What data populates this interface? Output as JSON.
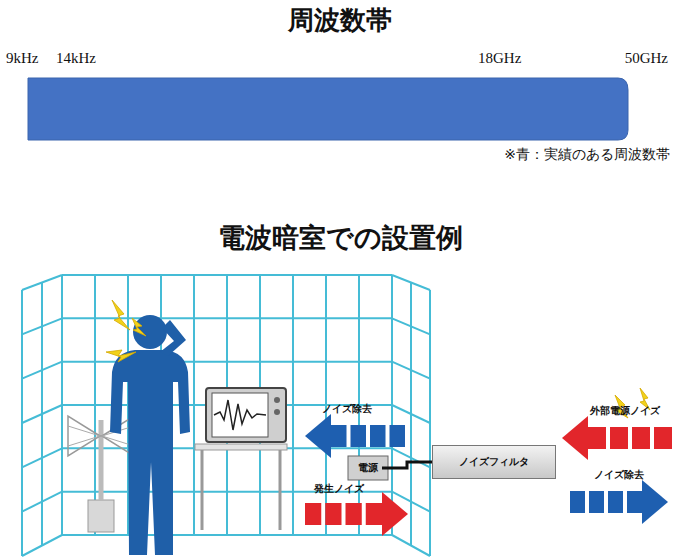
{
  "diagram": {
    "title": "周波数帯",
    "nodes": [
      {
        "text": [
          "電源"
        ]
      },
      {
        "text": [
          "ノイズフィルタ"
        ]
      }
    ],
    "edges": [
      {
        "from": 0,
        "to": 1,
        "arrow": "none"
      }
    ],
    "labels": [
      "9kHz",
      "14kHz",
      "18GHz",
      "50GHz",
      "電波暗室での設置例",
      "ノイズ除去",
      "発生ノイズ",
      "外部電源ノイズ",
      "ノイズ除去"
    ],
    "legend": [
      {
        "text": "※青：実績のある周波数帯",
        "color": "#4472c4"
      }
    ]
  }
}
